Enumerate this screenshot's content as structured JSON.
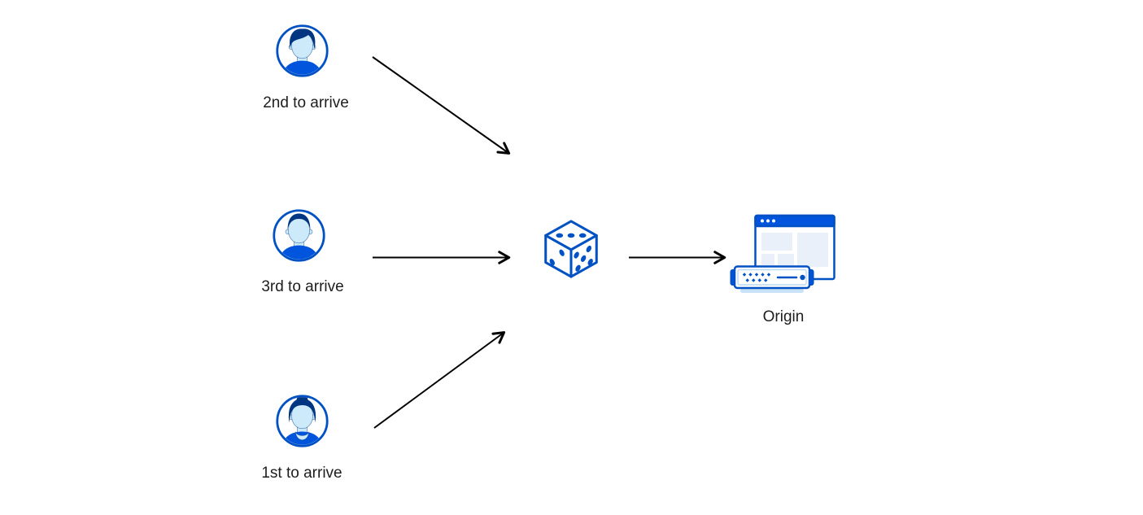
{
  "colors": {
    "accent-blue": "#0051c3",
    "ui-blue": "#0055dc",
    "hair-navy": "#003681",
    "face-light-blue": "#cdeafa",
    "panel-blue": "#e9f0f9",
    "server-base-blue": "#c9e2f6",
    "arrow-black": "#000000",
    "label-text": "#1d1d1f",
    "background": "#ffffff"
  },
  "nodes": {
    "visitor_second": {
      "label": "2nd to arrive",
      "icon": "user-avatar-man-swept-hair-icon"
    },
    "visitor_third": {
      "label": "3rd to arrive",
      "icon": "user-avatar-man-short-hair-icon"
    },
    "visitor_first": {
      "label": "1st to arrive",
      "icon": "user-avatar-woman-bun-icon"
    },
    "random_picker": {
      "icon": "dice-icon"
    },
    "origin": {
      "label": "Origin",
      "icon": "origin-server-browser-icon"
    }
  },
  "edges": [
    {
      "from": "visitor_second",
      "to": "random_picker"
    },
    {
      "from": "visitor_third",
      "to": "random_picker"
    },
    {
      "from": "visitor_first",
      "to": "random_picker"
    },
    {
      "from": "random_picker",
      "to": "origin"
    }
  ]
}
